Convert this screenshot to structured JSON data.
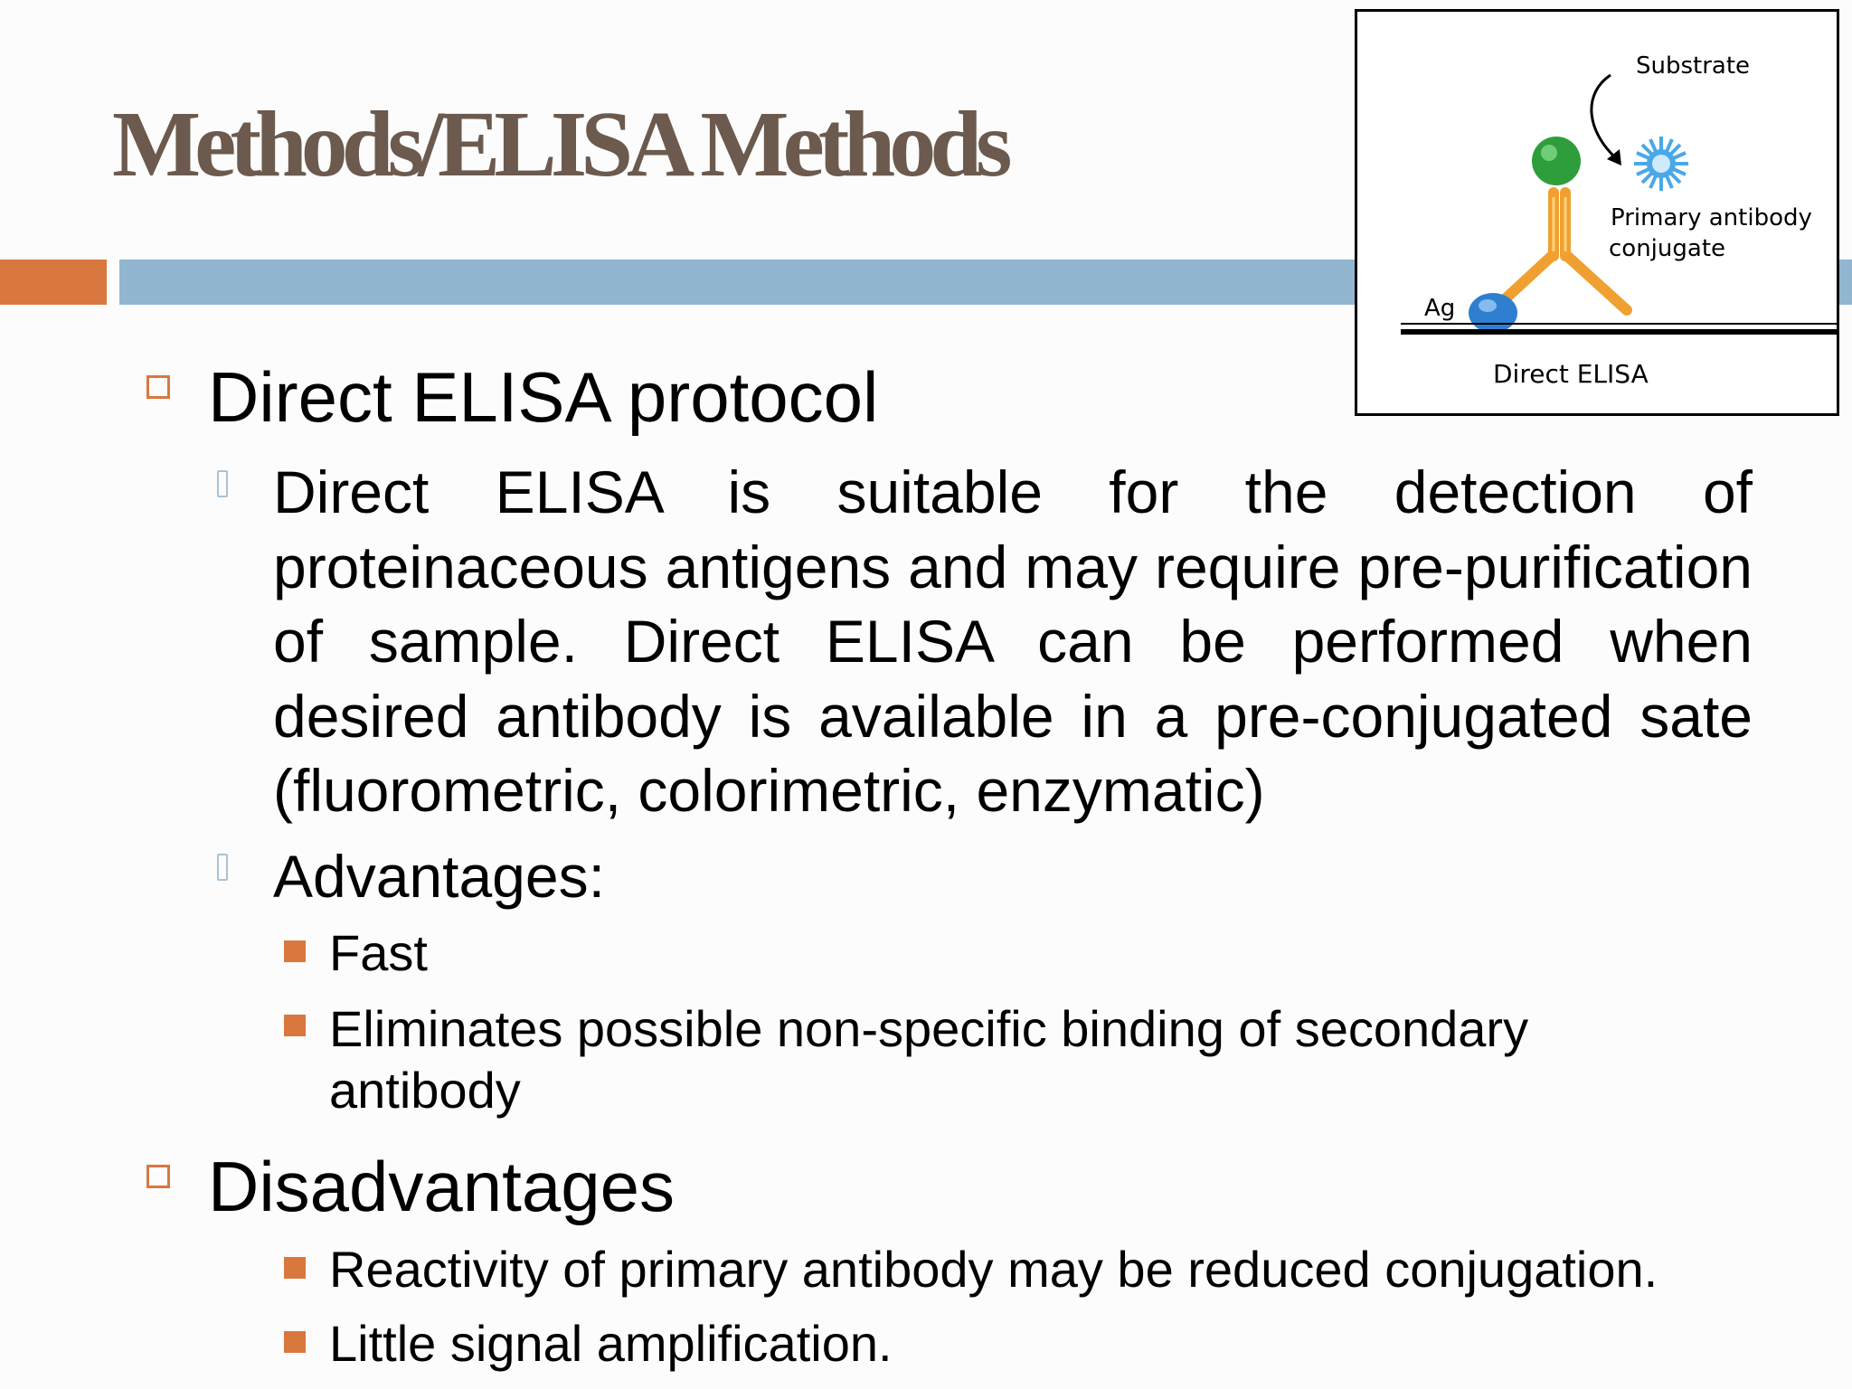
{
  "slide": {
    "title": "Methods/ELISA Methods"
  },
  "figure": {
    "substrate_label": "Substrate",
    "primary_label_line1": "Primary antibody",
    "primary_label_line2": "conjugate",
    "ag_label": "Ag",
    "caption": "Direct ELISA"
  },
  "content": {
    "section1": {
      "heading": "Direct ELISA protocol",
      "paragraph": "Direct ELISA is suitable for the detection of proteinaceous antigens and may require pre-purification of sample. Direct ELISA can be performed when desired antibody is available in a pre-conjugated sate (fluorometric, colorimetric, enzymatic)",
      "advantages_heading": "Advantages:",
      "advantages": [
        "Fast",
        "Eliminates possible non-specific binding of secondary antibody"
      ]
    },
    "section2": {
      "heading": "Disadvantages",
      "items": [
        "Reactivity of primary antibody may be reduced conjugation.",
        "Little signal amplification."
      ]
    }
  },
  "colors": {
    "title": "#6b5a4d",
    "accent_orange": "#d9783e",
    "rule_blue": "#92b5d0",
    "antibody": "#f0a030",
    "conjugate_green": "#2e9e3c",
    "substrate_blue": "#4aa8e8",
    "antigen_blue": "#2f7fd0"
  }
}
